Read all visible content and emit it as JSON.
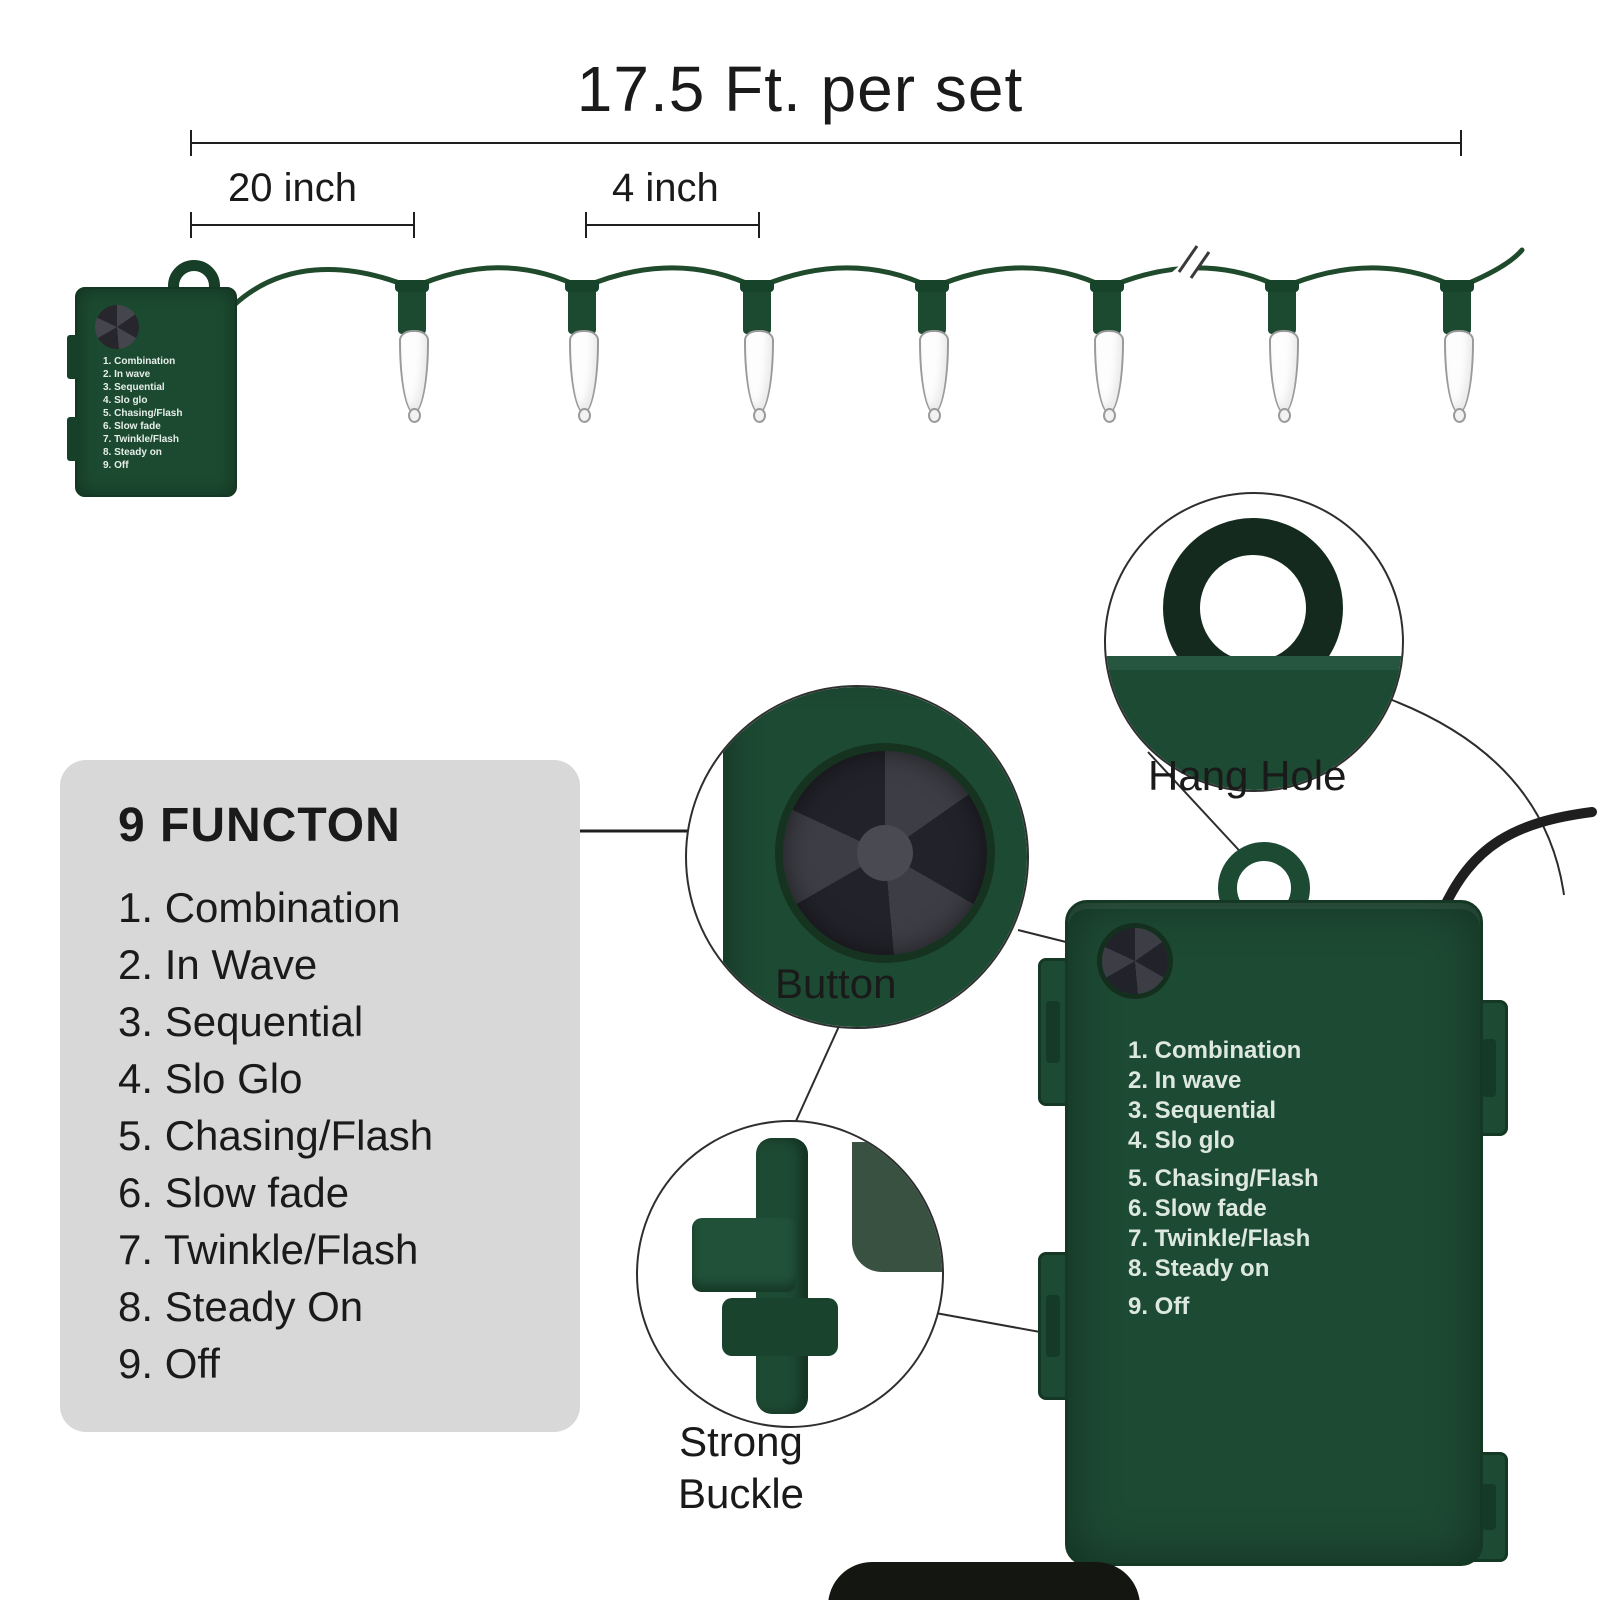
{
  "title": "17.5 Ft. per set",
  "measurements": {
    "lead": "20 inch",
    "gap": "4 inch"
  },
  "callouts": {
    "hang_hole": "Hang Hole",
    "button": "Button",
    "buckle_line1": "Strong",
    "buckle_line2": "Buckle"
  },
  "functions_panel": {
    "heading": "9 FUNCTON",
    "items": [
      "1. Combination",
      "2. In Wave",
      "3. Sequential",
      "4. Slo Glo",
      "5. Chasing/Flash",
      "6. Slow fade",
      "7. Twinkle/Flash",
      "8. Steady On",
      "9. Off"
    ]
  },
  "box_label": {
    "items": [
      "1. Combination",
      "2. In wave",
      "3. Sequential",
      "4. Slo glo",
      "5. Chasing/Flash",
      "6. Slow fade",
      "7. Twinkle/Flash",
      "8. Steady on",
      "9. Off"
    ]
  },
  "colors": {
    "box_green": "#1d4a33",
    "box_green_dark": "#143824",
    "wire_green": "#1f4a2c",
    "button_dark": "#22222a",
    "panel_gray": "#d8d8d8",
    "text_black": "#1a1a1a",
    "label_white": "#dde8e0"
  }
}
